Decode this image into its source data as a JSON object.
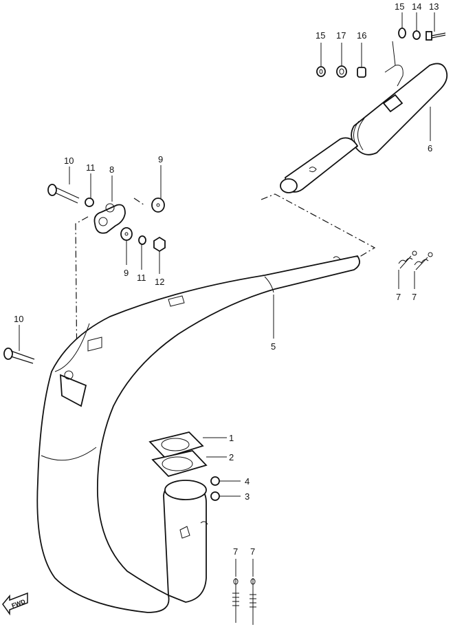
{
  "callouts": {
    "c1": "1",
    "c2": "2",
    "c3": "3",
    "c4": "4",
    "c5": "5",
    "c6": "6",
    "c7a": "7",
    "c7b": "7",
    "c7c": "7",
    "c7d": "7",
    "c8": "8",
    "c9a": "9",
    "c9b": "9",
    "c10a": "10",
    "c10b": "10",
    "c11a": "11",
    "c11b": "11",
    "c12": "12",
    "c13": "13",
    "c14": "14",
    "c15a": "15",
    "c15b": "15",
    "c16": "16",
    "c17": "17"
  },
  "fwd_label": "FWD",
  "icons": {
    "fwd": "fwd-arrow-icon"
  }
}
